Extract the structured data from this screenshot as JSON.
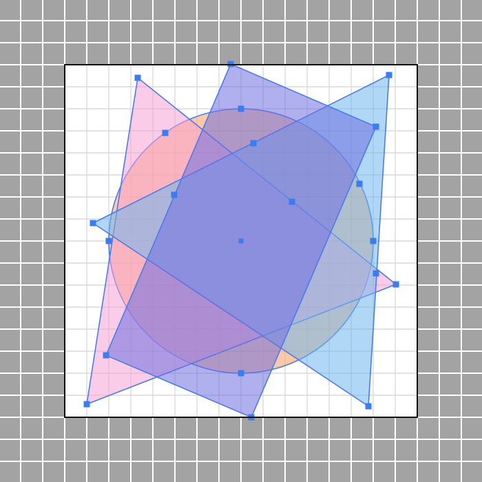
{
  "colors": {
    "background": "#a3a3a3",
    "outer_grid": "#ffffff",
    "board": "#ffffff",
    "board_grid": "#dadada",
    "board_border": "#111111",
    "shape_stroke": "#4a7bec",
    "handle": "#3b7cf2",
    "circle_fill": "#fca56a",
    "triangle_pink_fill": "#f7a3d6",
    "triangle_blue_fill": "#6fb6ee",
    "quad_purple_fill": "#6f6fe0"
  },
  "shapes": [
    {
      "kind": "circle",
      "name": "circle",
      "fill_key": "circle_fill"
    },
    {
      "kind": "triangle",
      "name": "pink-triangle",
      "fill_key": "triangle_pink_fill"
    },
    {
      "kind": "triangle",
      "name": "blue-triangle",
      "fill_key": "triangle_blue_fill"
    },
    {
      "kind": "quadrilateral",
      "name": "purple-quadrilateral",
      "fill_key": "quad_purple_fill"
    }
  ],
  "tools": {
    "selection_mode": "all-shapes-selected"
  }
}
